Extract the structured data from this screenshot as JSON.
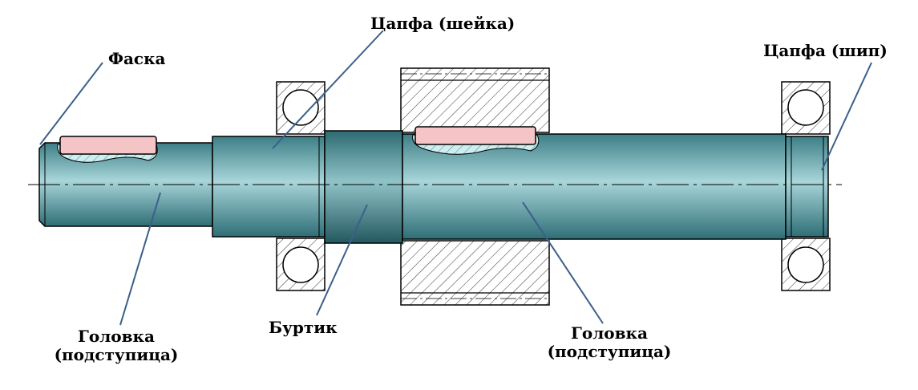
{
  "labels": {
    "chamfer": "Фаска",
    "journal_neck": "Цапфа (шейка)",
    "journal_pin": "Цапфа (шип)",
    "collar": "Буртик",
    "head_left_line1": "Головка",
    "head_left_line2": "(подступица)",
    "head_right_line1": "Головка",
    "head_right_line2": "(подступица)"
  },
  "colors": {
    "shaft_fill": "#6fa7ad",
    "key_fill": "#f4c4c6",
    "leader": "#3b5f8a",
    "outline": "#000000"
  }
}
